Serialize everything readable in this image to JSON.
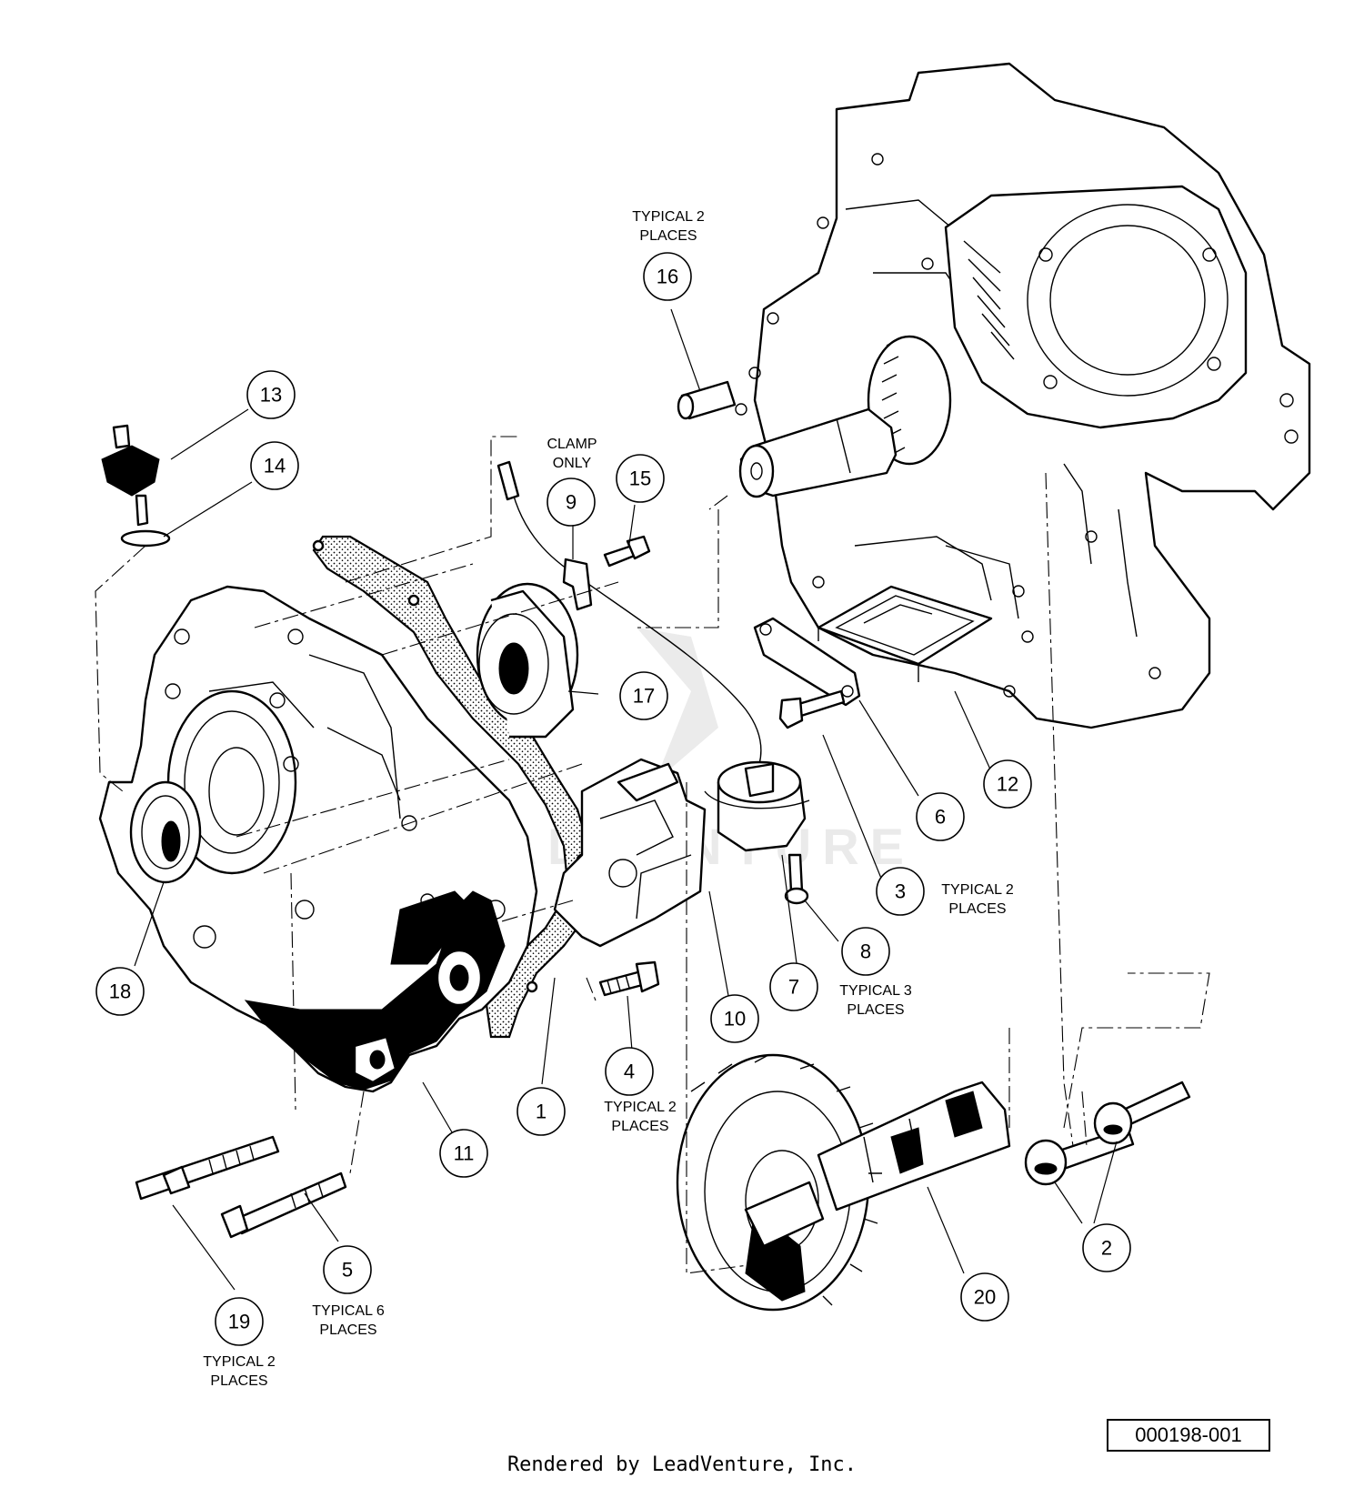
{
  "callouts": [
    {
      "num": "1"
    },
    {
      "num": "2"
    },
    {
      "num": "3"
    },
    {
      "num": "4"
    },
    {
      "num": "5"
    },
    {
      "num": "6"
    },
    {
      "num": "7"
    },
    {
      "num": "8"
    },
    {
      "num": "9"
    },
    {
      "num": "10"
    },
    {
      "num": "11"
    },
    {
      "num": "12"
    },
    {
      "num": "13"
    },
    {
      "num": "14"
    },
    {
      "num": "15"
    },
    {
      "num": "16"
    },
    {
      "num": "17"
    },
    {
      "num": "18"
    },
    {
      "num": "19"
    },
    {
      "num": "20"
    }
  ],
  "notes": {
    "typical_2": [
      "TYPICAL 2",
      "PLACES"
    ],
    "typical_3": [
      "TYPICAL 3",
      "PLACES"
    ],
    "typical_6": [
      "TYPICAL 6",
      "PLACES"
    ],
    "clamp_only": [
      "CLAMP",
      "ONLY"
    ]
  },
  "reference_number": "000198-001",
  "footer": "Rendered by LeadVenture, Inc.",
  "watermark": "LEADVENTURE"
}
